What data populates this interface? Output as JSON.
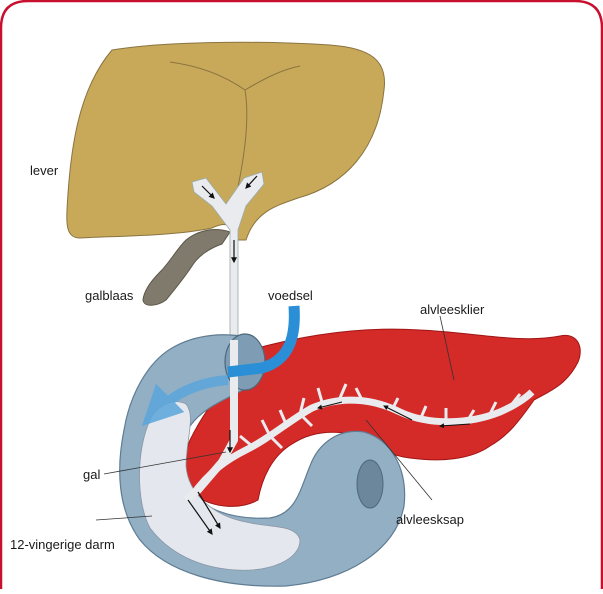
{
  "labels": {
    "liver": "lever",
    "gallbladder": "galblaas",
    "food": "voedsel",
    "pancreas": "alvleesklier",
    "bile": "gal",
    "pancreatic_juice": "alvleesksap",
    "duodenum": "12-vingerige darm"
  },
  "colors": {
    "frame": "#c8102e",
    "liver": "#c8a95a",
    "gallbladder": "#7f7a6b",
    "pancreas": "#d42a28",
    "duodenum_outer": "#93afc4",
    "duodenum_inner": "#e4e8ee",
    "food_arrow": "#2a8fd6",
    "ducts": "#e9ebee"
  }
}
